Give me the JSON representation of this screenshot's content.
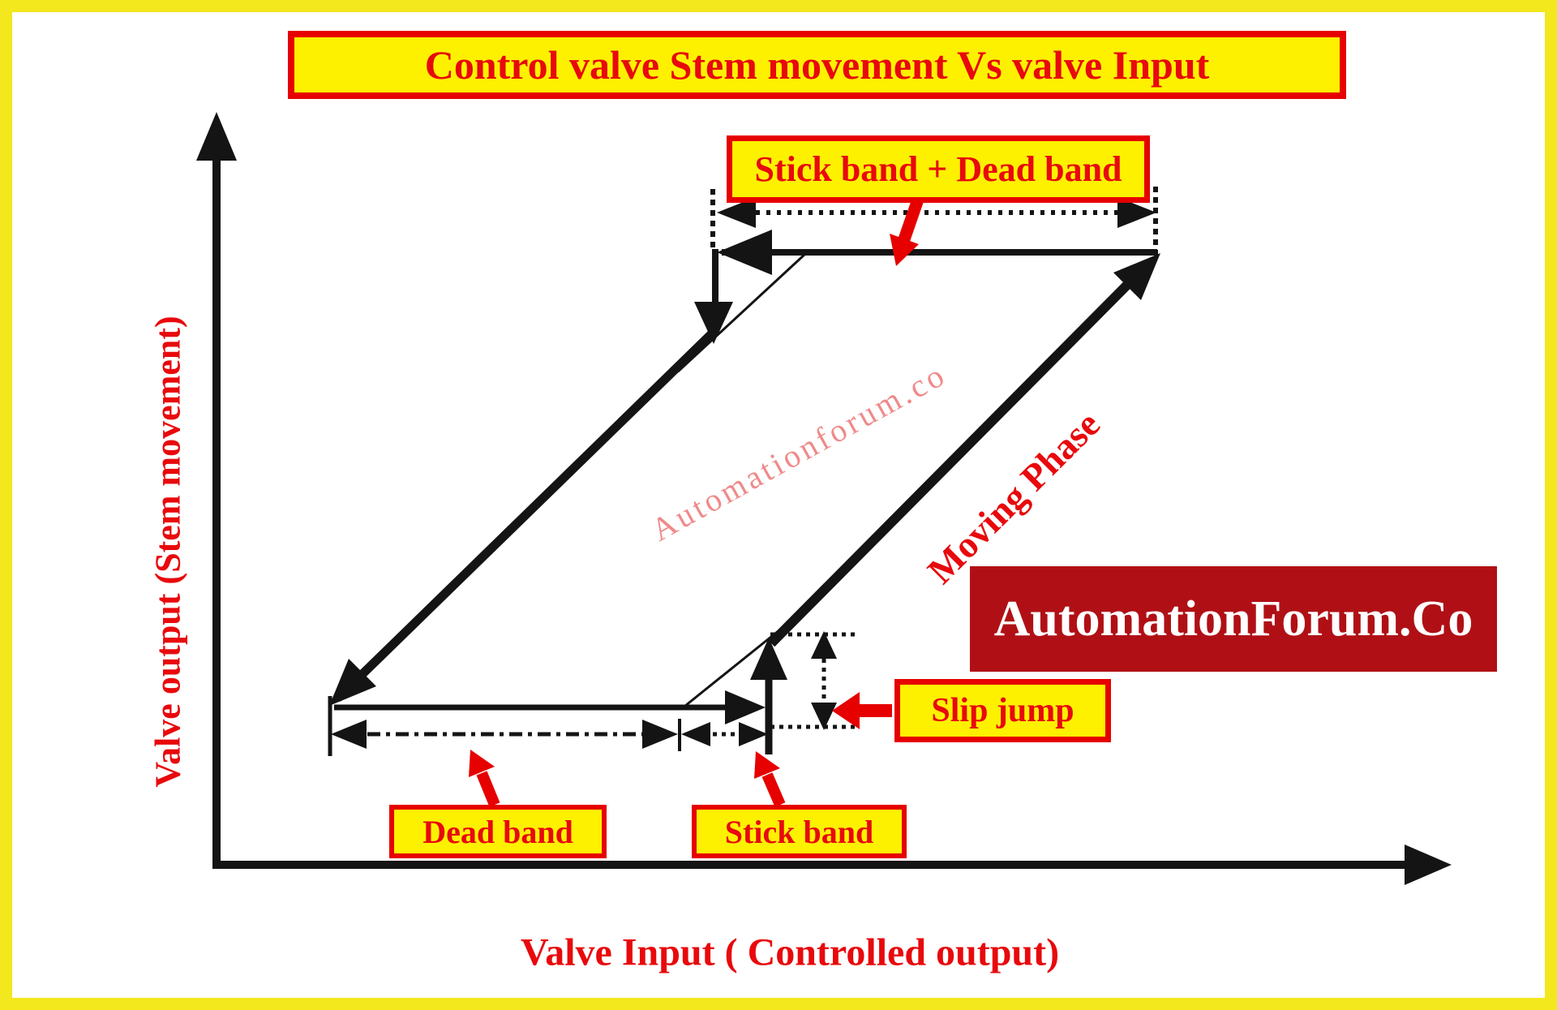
{
  "title": "Control valve Stem movement Vs valve Input",
  "axes": {
    "y_label": "Valve output (Stem movement)",
    "x_label": "Valve Input ( Controlled output)"
  },
  "annotations": {
    "stick_plus_dead_band": "Stick band + Dead band",
    "moving_phase": "Moving Phase",
    "slip_jump": "Slip jump",
    "dead_band": "Dead band",
    "stick_band": "Stick band"
  },
  "watermark": "Automationforum.co",
  "brand": "AutomationForum.Co",
  "colors": {
    "frame_yellow": "#f3e71d",
    "label_yellow": "#fdf100",
    "label_red": "#e60000",
    "text_red": "#e8090c",
    "line_black": "#141414",
    "watermark_pink": "#ef8a8a",
    "brand_bg": "#b01015",
    "brand_text": "#ffffff"
  }
}
